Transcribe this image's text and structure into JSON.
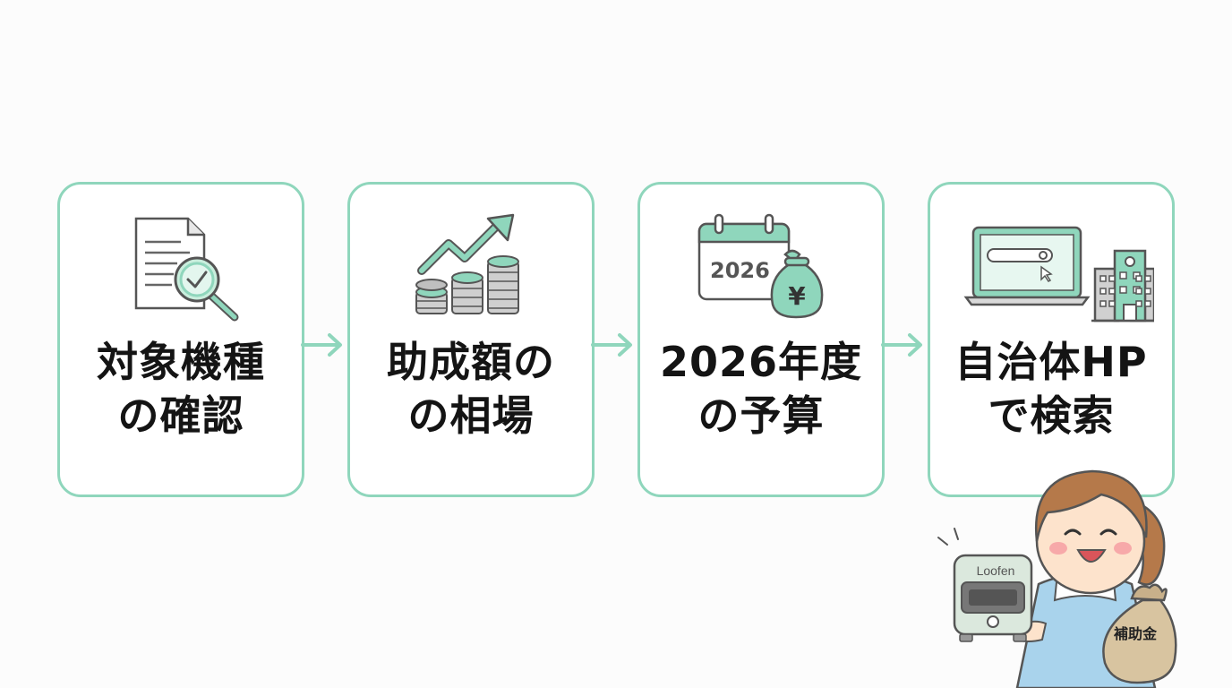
{
  "steps": [
    {
      "line1": "対象機種",
      "line2": "の確認",
      "icon": "document-magnifier-icon"
    },
    {
      "line1": "助成額の",
      "line2": "の相場",
      "icon": "coins-trend-icon"
    },
    {
      "line1": "2026年度",
      "line2": "の予算",
      "icon": "calendar-moneybag-icon"
    },
    {
      "line1": "自治体HP",
      "line2": "で検索",
      "icon": "laptop-cityhall-icon"
    }
  ],
  "calendar_year": "2026",
  "moneybag_symbol": "¥",
  "character": {
    "device_brand": "Loofen",
    "bag_label": "補助金"
  },
  "colors": {
    "accent": "#8fd6bc",
    "accent_dark": "#5fb898",
    "text": "#141414"
  }
}
